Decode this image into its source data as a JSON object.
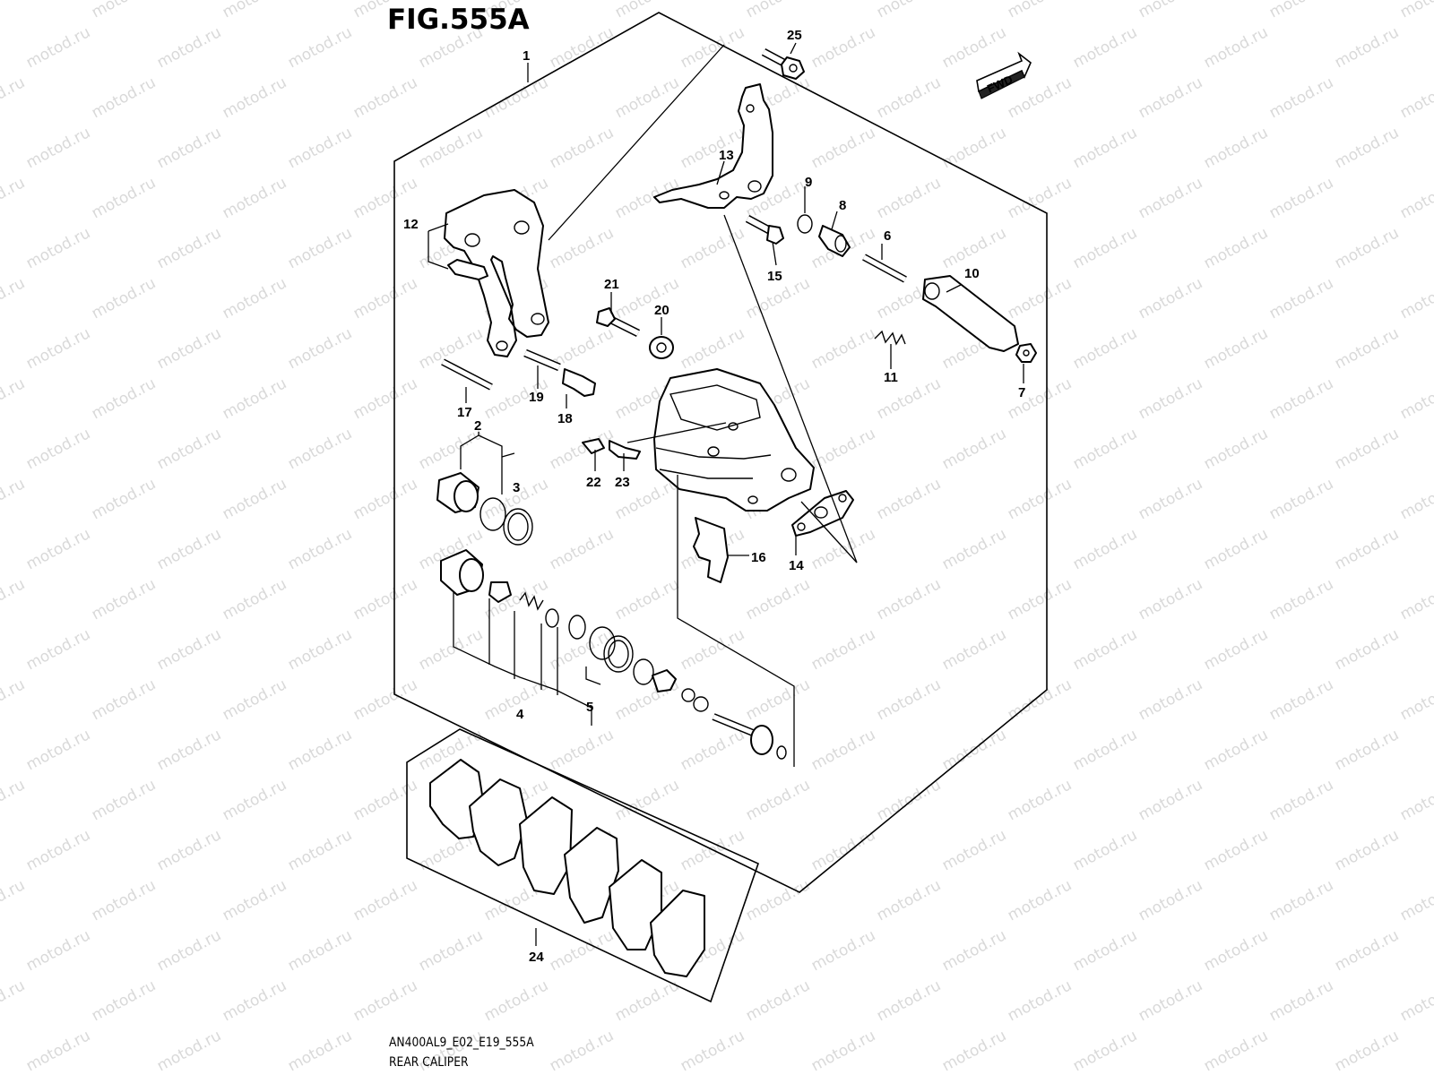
{
  "figure": {
    "title": "FIG.555A",
    "code": "AN400AL9_E02_E19_555A",
    "name": "REAR CALIPER",
    "direction_label": "FWD",
    "watermark": "motod.ru"
  },
  "callouts": [
    {
      "id": "callout-1",
      "label": "1"
    },
    {
      "id": "callout-2",
      "label": "2"
    },
    {
      "id": "callout-3",
      "label": "3"
    },
    {
      "id": "callout-4",
      "label": "4"
    },
    {
      "id": "callout-5",
      "label": "5"
    },
    {
      "id": "callout-6",
      "label": "6"
    },
    {
      "id": "callout-7",
      "label": "7"
    },
    {
      "id": "callout-8",
      "label": "8"
    },
    {
      "id": "callout-9",
      "label": "9"
    },
    {
      "id": "callout-10",
      "label": "10"
    },
    {
      "id": "callout-11",
      "label": "11"
    },
    {
      "id": "callout-12",
      "label": "12"
    },
    {
      "id": "callout-13",
      "label": "13"
    },
    {
      "id": "callout-14",
      "label": "14"
    },
    {
      "id": "callout-15",
      "label": "15"
    },
    {
      "id": "callout-16",
      "label": "16"
    },
    {
      "id": "callout-17",
      "label": "17"
    },
    {
      "id": "callout-18",
      "label": "18"
    },
    {
      "id": "callout-19",
      "label": "19"
    },
    {
      "id": "callout-20",
      "label": "20"
    },
    {
      "id": "callout-21",
      "label": "21"
    },
    {
      "id": "callout-22",
      "label": "22"
    },
    {
      "id": "callout-23",
      "label": "23"
    },
    {
      "id": "callout-24",
      "label": "24"
    },
    {
      "id": "callout-25",
      "label": "25"
    }
  ]
}
